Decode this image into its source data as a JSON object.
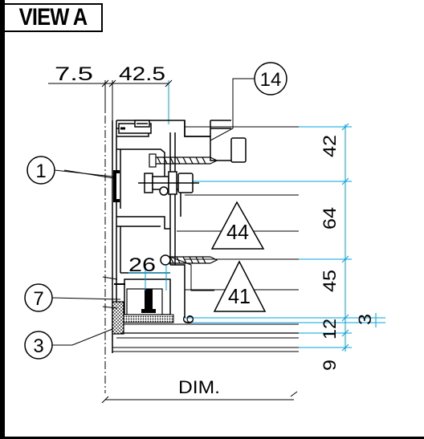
{
  "title": "VIEW A",
  "dimensions": {
    "top_left": "7.5",
    "top_right": "42.5",
    "right_1": "42",
    "right_2": "64",
    "right_3": "45",
    "right_4": "12",
    "right_5": "9",
    "small_3": "3",
    "small_6": "6",
    "inner_26": "26",
    "bottom_dim": "DIM."
  },
  "callouts": {
    "c1": "1",
    "c7": "7",
    "c3": "3",
    "c14": "14",
    "t44": "44",
    "t41": "41"
  },
  "colors": {
    "line": "#000000",
    "dimension": "#00a0e0",
    "hatch": "#000000"
  }
}
